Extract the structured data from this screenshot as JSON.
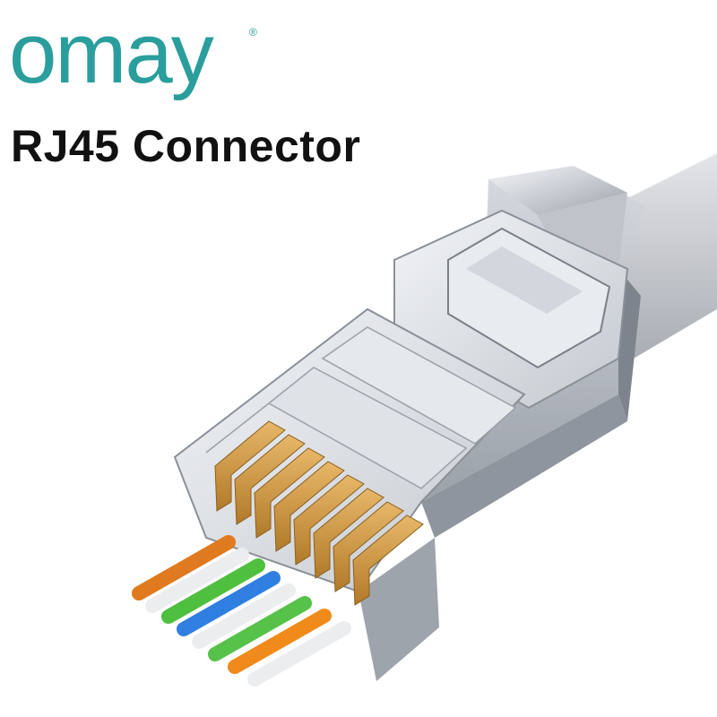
{
  "brand": {
    "logo_text": "omay",
    "registered_mark": "®",
    "color": "#2a9e9c"
  },
  "headline": {
    "text": "RJ45 Connector"
  },
  "product": {
    "icon": "rj45-connector-illustration",
    "wire_colors": [
      "#e07a1e",
      "#ffffff",
      "#4fbf3f",
      "#2f7fe0",
      "#ffffff",
      "#56c24a",
      "#f08a1a",
      "#ffffff"
    ],
    "pin_color": "#c98e36",
    "shield_color": "#c8ccd2"
  }
}
